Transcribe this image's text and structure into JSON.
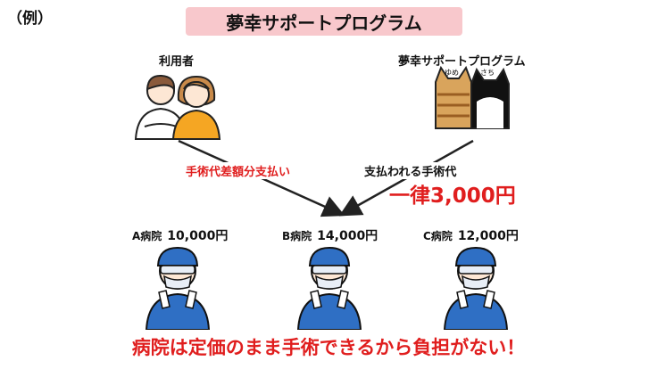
{
  "example_label": "（例）",
  "title": "夢幸サポートプログラム",
  "user_label": "利用者",
  "program_label": "夢幸サポートプログラム",
  "cat_labels": [
    "ゆめ",
    "さち"
  ],
  "left_flow_label": "手術代差額分支払い",
  "right_flow_label": "支払われる手術代",
  "flat_amount": "一律3,000円",
  "hospitals": [
    {
      "name": "A病院",
      "price": "10,000円"
    },
    {
      "name": "B病院",
      "price": "14,000円"
    },
    {
      "name": "C病院",
      "price": "12,000円"
    }
  ],
  "bottom_message": "病院は定価のまま手術できるから負担がない！",
  "colors": {
    "accent_red": "#e01e1e",
    "title_bg": "#f8c8cc",
    "doctor_blue": "#2f6fc4"
  }
}
